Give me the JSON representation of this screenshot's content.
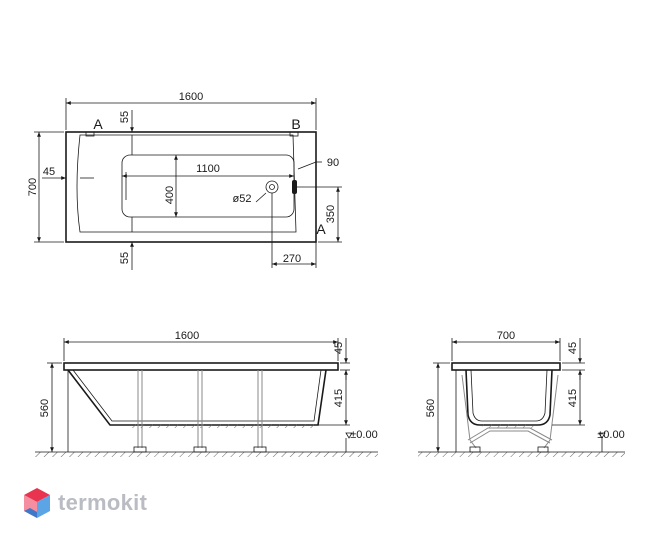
{
  "top_view": {
    "length": "1600",
    "width": "700",
    "inner_length": "1100",
    "inner_width": "400",
    "head_offset": "45",
    "rim_top": "55",
    "rim_bottom": "55",
    "drain_side": "90",
    "drain_height": "350",
    "drain_offset": "270",
    "drain_diameter": "ø52",
    "marker_a_top": "A",
    "marker_b": "B",
    "marker_a_side": "A"
  },
  "side_view": {
    "length": "1600",
    "height": "560",
    "rim_thickness": "45",
    "depth": "415",
    "floor_level": "±0.00"
  },
  "end_view": {
    "width": "700",
    "height": "560",
    "rim_thickness": "45",
    "depth": "415",
    "floor_level": "±0.00"
  },
  "brand": {
    "name": "termokit",
    "colors": {
      "top": "#e8344e",
      "left": "#f58fa0",
      "right": "#5ba4e6",
      "bottom": "#3f78c9"
    }
  }
}
